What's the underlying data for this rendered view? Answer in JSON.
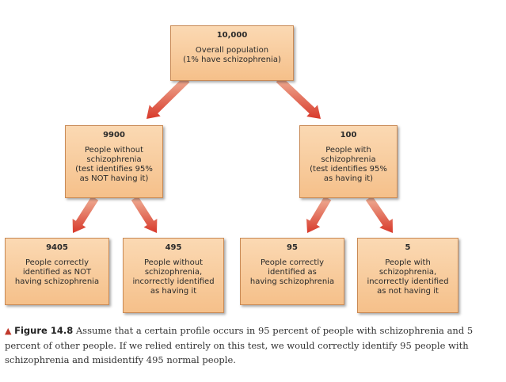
{
  "nodes": {
    "root": {
      "num": "10,000",
      "lines": [
        "Overall population",
        "(1% have schizophrenia)"
      ]
    },
    "without": {
      "num": "9900",
      "lines": [
        "People without",
        "schizophrenia",
        "(test identifies 95%",
        "as NOT having it)"
      ]
    },
    "with": {
      "num": "100",
      "lines": [
        "People with",
        "schizophrenia",
        "(test identifies 95%",
        "as having it)"
      ]
    },
    "tn": {
      "num": "9405",
      "lines": [
        "People correctly",
        "identified as NOT",
        "having schizophrenia"
      ]
    },
    "fp": {
      "num": "495",
      "lines": [
        "People without",
        "schizophrenia,",
        "incorrectly identified",
        "as having it"
      ]
    },
    "tp": {
      "num": "95",
      "lines": [
        "People correctly",
        "identified as",
        "having schizophrenia"
      ]
    },
    "fn": {
      "num": "5",
      "lines": [
        "People with",
        "schizophrenia,",
        "incorrectly identified",
        "as not having it"
      ]
    }
  },
  "caption": {
    "marker": "▲",
    "label": "Figure 14.8",
    "text": "Assume that a certain profile occurs in 95 percent of people with schizophrenia and 5 percent of other people. If we relied entirely on this test, we would correctly identify 95 people with schizophrenia and misidentify 495 normal people."
  },
  "colors": {
    "arrow": "#d8392b",
    "box_fill": "#f7c894",
    "box_border": "#c98a55"
  }
}
